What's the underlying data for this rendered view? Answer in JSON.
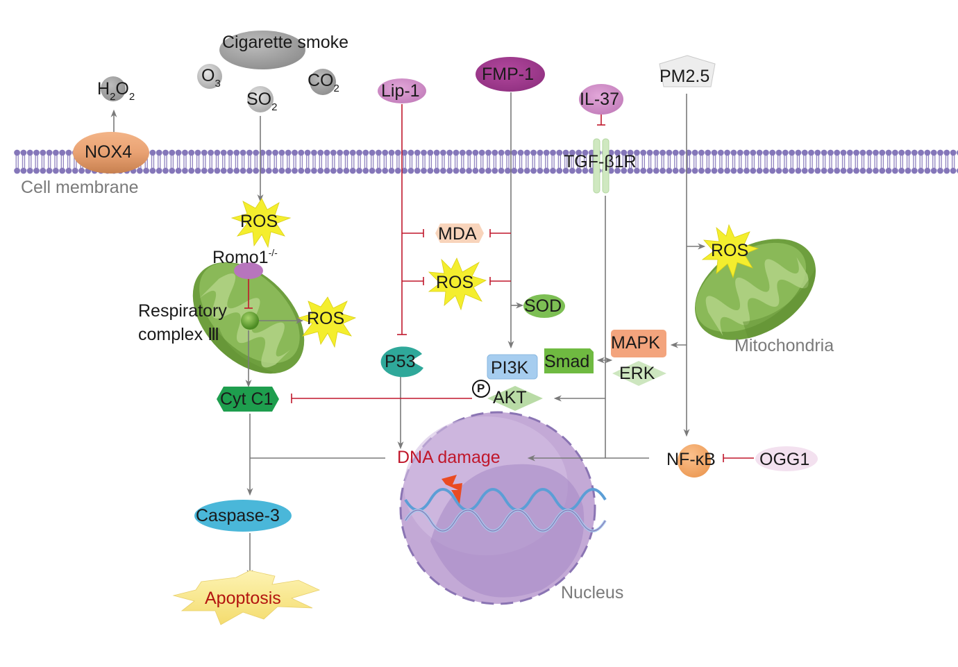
{
  "title": "Signaling pathways of oxidative stress-induced apoptosis",
  "colors": {
    "membrane": "#8476b9",
    "ros_star": "#f4ee2e",
    "mito_green": "#7aac4a",
    "inhibit_line": "#c0172b",
    "activate_line": "#7a7a7a",
    "nucleus": "#c3a9d6",
    "dna_damage_text": "#c0172b",
    "apoptosis_text": "#b3150f"
  },
  "stimuli": {
    "cigarette_smoke": "Cigarette smoke",
    "o3": {
      "base": "O",
      "sub": "3"
    },
    "so2": {
      "base": "SO",
      "sub": "2"
    },
    "co2": {
      "base": "CO",
      "sub": "2"
    },
    "h2o2": {
      "h": "H",
      "sub1": "2",
      "o": "O",
      "sub2": "2"
    },
    "pm25": "PM2.5"
  },
  "regulators": {
    "lip1": "Lip-1",
    "fmp1": "FMP-1",
    "il37": "IL-37",
    "ogg1": "OGG1"
  },
  "membrane": {
    "label": "Cell membrane",
    "nox4": "NOX4",
    "tgf_receptor": "TGF-β1R"
  },
  "nodes": {
    "ros": "ROS",
    "romo1": "Romo1",
    "romo1_sup": "-/-",
    "respiratory_complex": "Respiratory",
    "respiratory_complex_line2": "complex Ⅲ",
    "mda": "MDA",
    "sod": "SOD",
    "p53": "P53",
    "pi3k": "PI3K",
    "akt": "AKT",
    "phospho": "P",
    "smad": "Smad",
    "mapk": "MAPK",
    "erk": "ERK",
    "cyt_c1": "Cyt C1",
    "nfkb": "NF-κB",
    "dna_damage": "DNA damage",
    "caspase3": "Caspase-3",
    "apoptosis": "Apoptosis"
  },
  "organelles": {
    "mitochondria": "Mitochondria",
    "nucleus": "Nucleus"
  }
}
